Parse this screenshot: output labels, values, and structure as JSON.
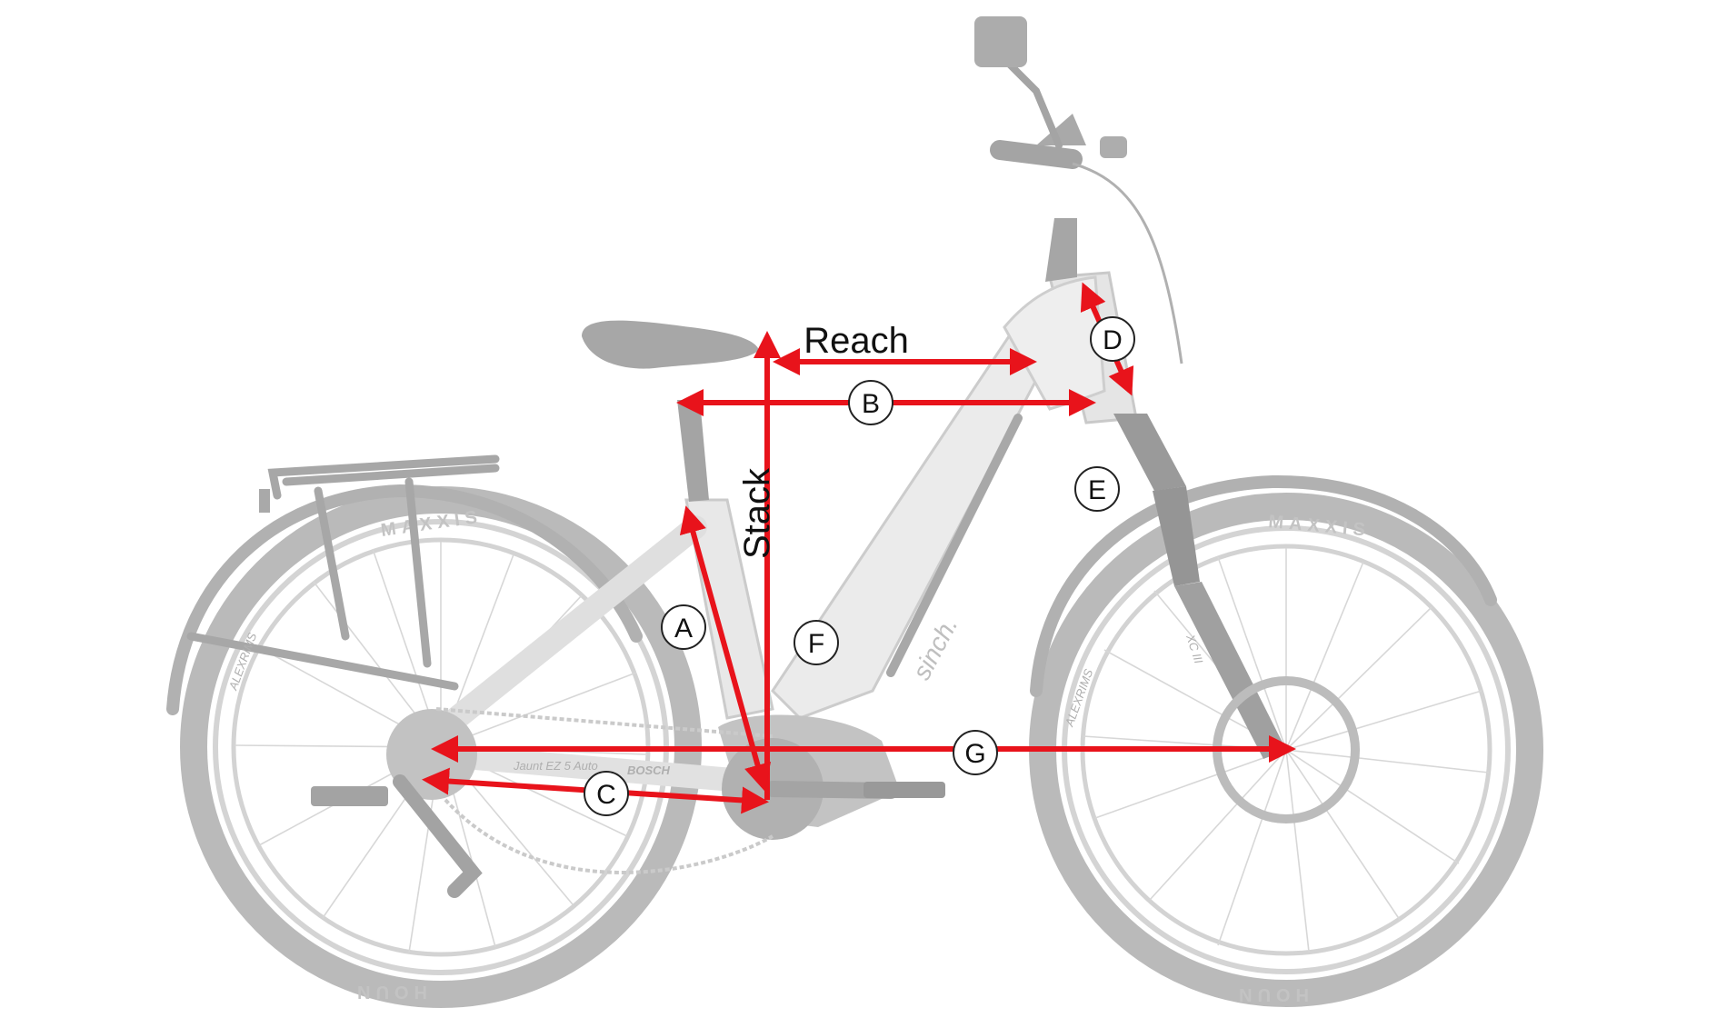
{
  "diagram": {
    "accent_color": "#e8131b",
    "bike_color": "#bfbfbf",
    "labels": {
      "reach": "Reach",
      "stack": "Stack",
      "a": "A",
      "b": "B",
      "c": "C",
      "d": "D",
      "e": "E",
      "f": "F",
      "g": "G"
    },
    "decals": {
      "frame_brand": "sinch.",
      "model": "Jaunt EZ 5 Auto",
      "motor": "BOSCH",
      "fork": "XC III",
      "rim": "ALEXRIMS",
      "tire": "MAXXIS",
      "tire_model": "HOUN"
    }
  }
}
